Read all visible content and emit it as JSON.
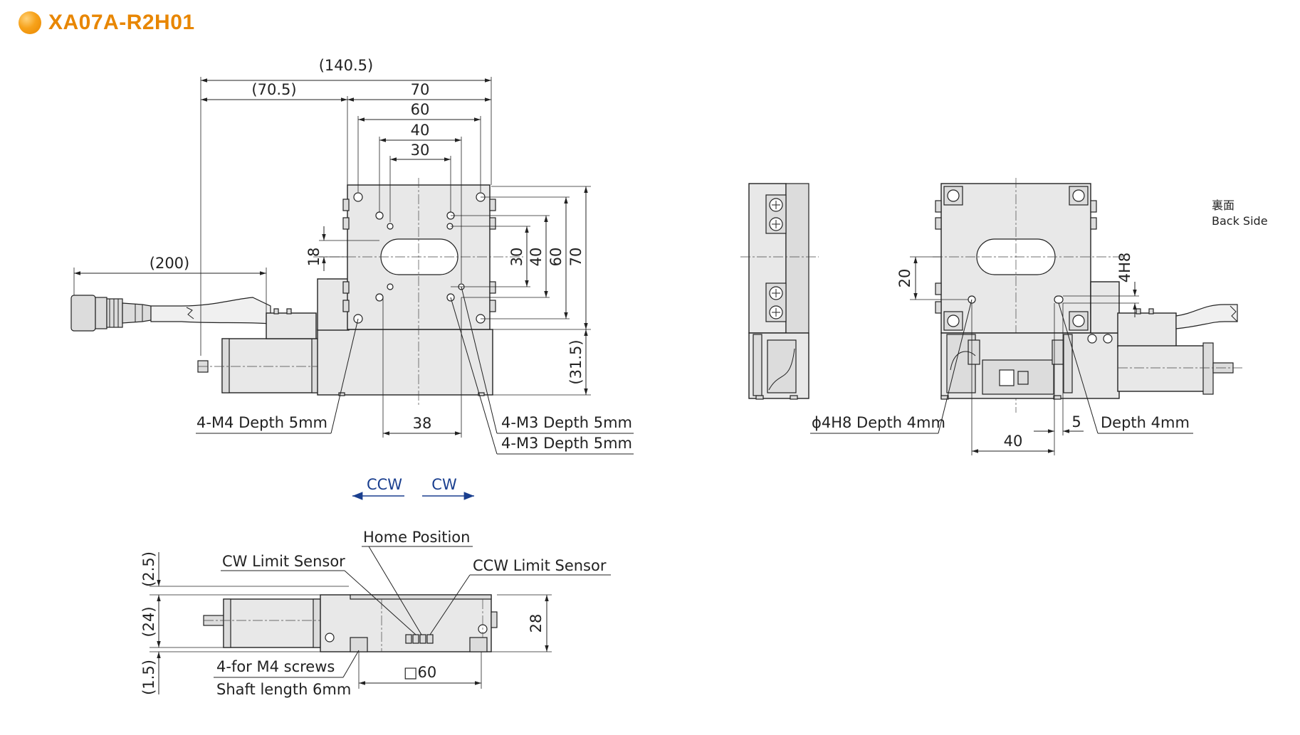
{
  "header": {
    "title": "XA07A-R2H01",
    "accent_color": "#e88600"
  },
  "top_view": {
    "dims": {
      "d140_5": "(140.5)",
      "d70_5": "(70.5)",
      "d70": "70",
      "d60": "60",
      "d40": "40",
      "d30": "30",
      "d200": "(200)",
      "d18": "18",
      "v30": "30",
      "v40": "40",
      "v60": "60",
      "v70": "70",
      "v31_5": "(31.5)",
      "d38": "38"
    },
    "callouts": {
      "m4_depth": "4-M4 Depth 5mm",
      "m3_depth_a": "4-M3 Depth 5mm",
      "m3_depth_b": "4-M3 Depth 5mm"
    }
  },
  "back_view": {
    "label_jp": "裏面",
    "label_en": "Back Side",
    "dims": {
      "d20": "20",
      "d4h8": "4H8",
      "d40": "40",
      "d5": "5"
    },
    "callouts": {
      "phi_depth": "ϕ4H8 Depth 4mm",
      "depth4": "Depth 4mm"
    }
  },
  "rotation": {
    "ccw": "CCW",
    "cw": "CW",
    "arrow_color": "#1a3f8f"
  },
  "front_view": {
    "dims": {
      "d2_5": "(2.5)",
      "d24": "(24)",
      "d1_5": "(1.5)",
      "d28": "28",
      "sq60": "□60"
    },
    "callouts": {
      "home": "Home Position",
      "cw_sensor": "CW Limit Sensor",
      "ccw_sensor": "CCW Limit Sensor",
      "screws": "4-for M4 screws",
      "shaft": "Shaft length 6mm"
    }
  }
}
